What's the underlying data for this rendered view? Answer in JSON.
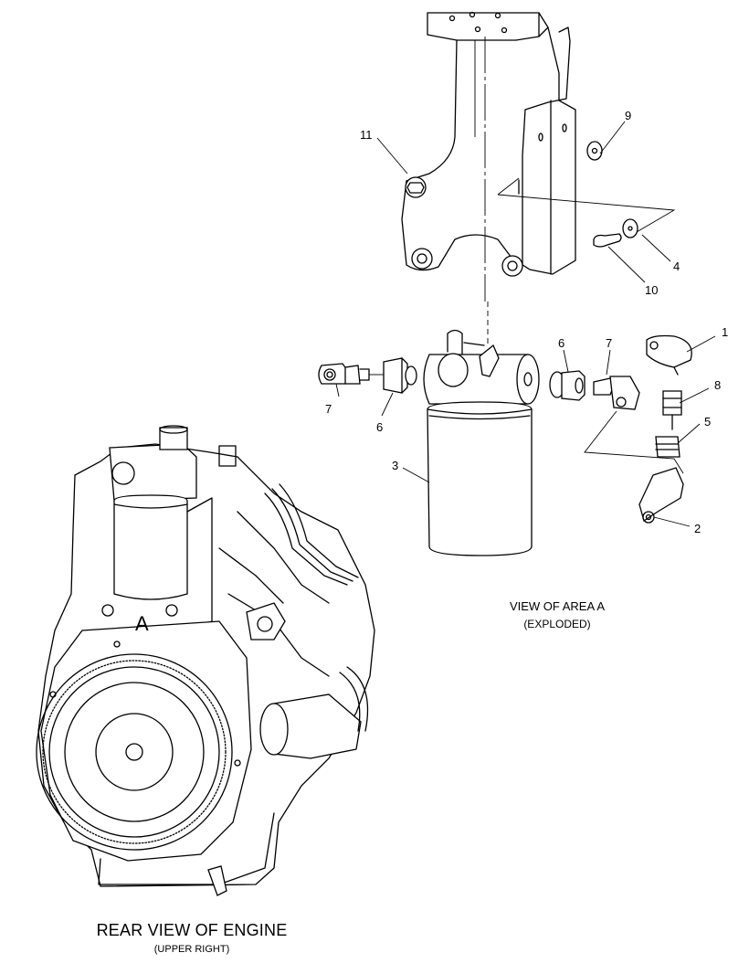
{
  "captions": {
    "exploded_view_title": "VIEW OF AREA  A",
    "exploded_view_subtitle": "(EXPLODED)",
    "rear_view_title": "REAR VIEW OF ENGINE",
    "rear_view_subtitle": "(UPPER RIGHT)"
  },
  "engine_area_marker": "A",
  "callouts": [
    {
      "id": "c1",
      "label": "1"
    },
    {
      "id": "c2",
      "label": "2"
    },
    {
      "id": "c3",
      "label": "3"
    },
    {
      "id": "c4",
      "label": "4"
    },
    {
      "id": "c5",
      "label": "5"
    },
    {
      "id": "c6a",
      "label": "6"
    },
    {
      "id": "c6b",
      "label": "6"
    },
    {
      "id": "c7a",
      "label": "7"
    },
    {
      "id": "c7b",
      "label": "7"
    },
    {
      "id": "c8",
      "label": "8"
    },
    {
      "id": "c9",
      "label": "9"
    },
    {
      "id": "c10",
      "label": "10"
    },
    {
      "id": "c11",
      "label": "11"
    }
  ]
}
